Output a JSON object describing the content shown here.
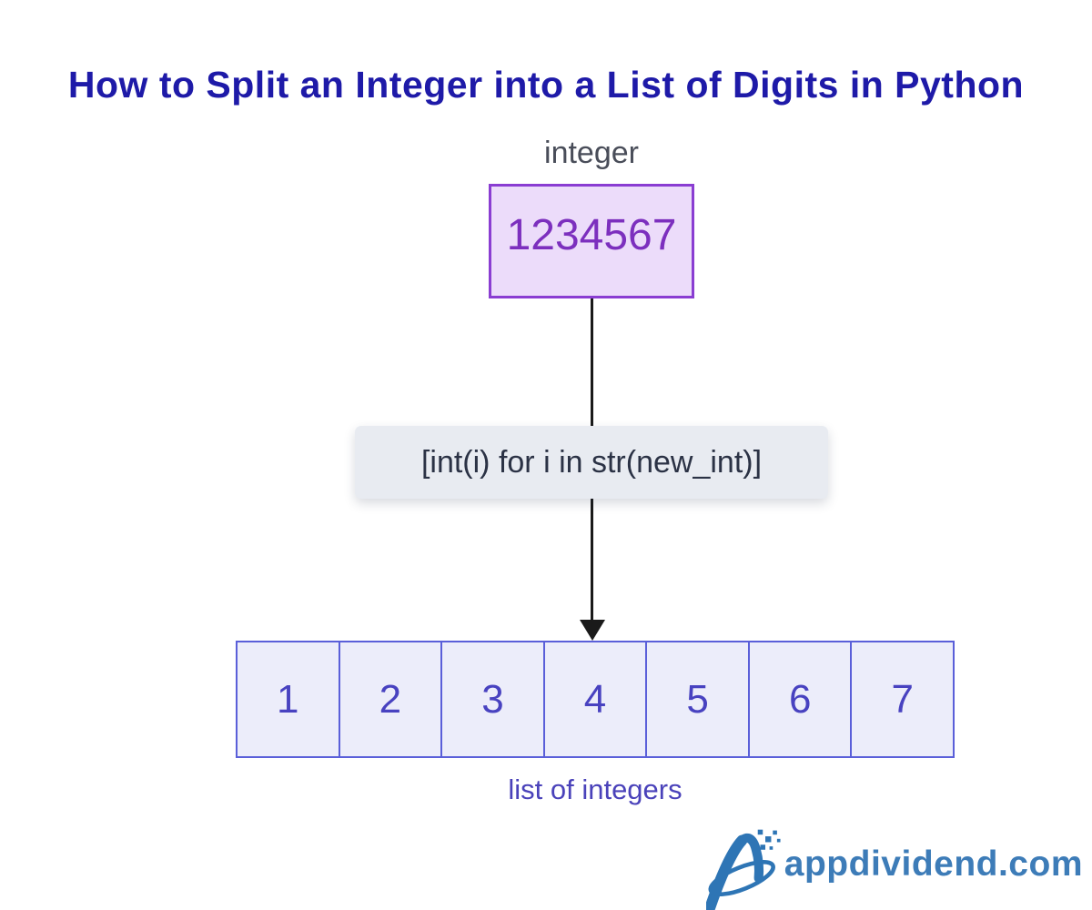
{
  "page": {
    "title": "How to Split an Integer into a List of Digits in Python"
  },
  "diagram": {
    "input_label": "integer",
    "input_value": "1234567",
    "code": "[int(i) for i in str(new_int)]",
    "digits": [
      "1",
      "2",
      "3",
      "4",
      "5",
      "6",
      "7"
    ],
    "output_label": "list of integers"
  },
  "branding": {
    "site": "appdividend.com",
    "logo_icon": "appdividend-a-swoosh-icon"
  },
  "colors": {
    "title": "#1e1aa8",
    "label_gray": "#494d59",
    "integer_box_border": "#8a3dd2",
    "integer_box_bg": "#ecdcfa",
    "integer_value": "#7c2fbe",
    "code_bg": "#e8ebf1",
    "code_text": "#2b3245",
    "arrow": "#1a1a1a",
    "list_border": "#5a5fd9",
    "list_bg": "#ecedfa",
    "digit_text": "#4842c0",
    "output_label": "#4a42ba",
    "brand_blue": "#3d7cb8"
  }
}
